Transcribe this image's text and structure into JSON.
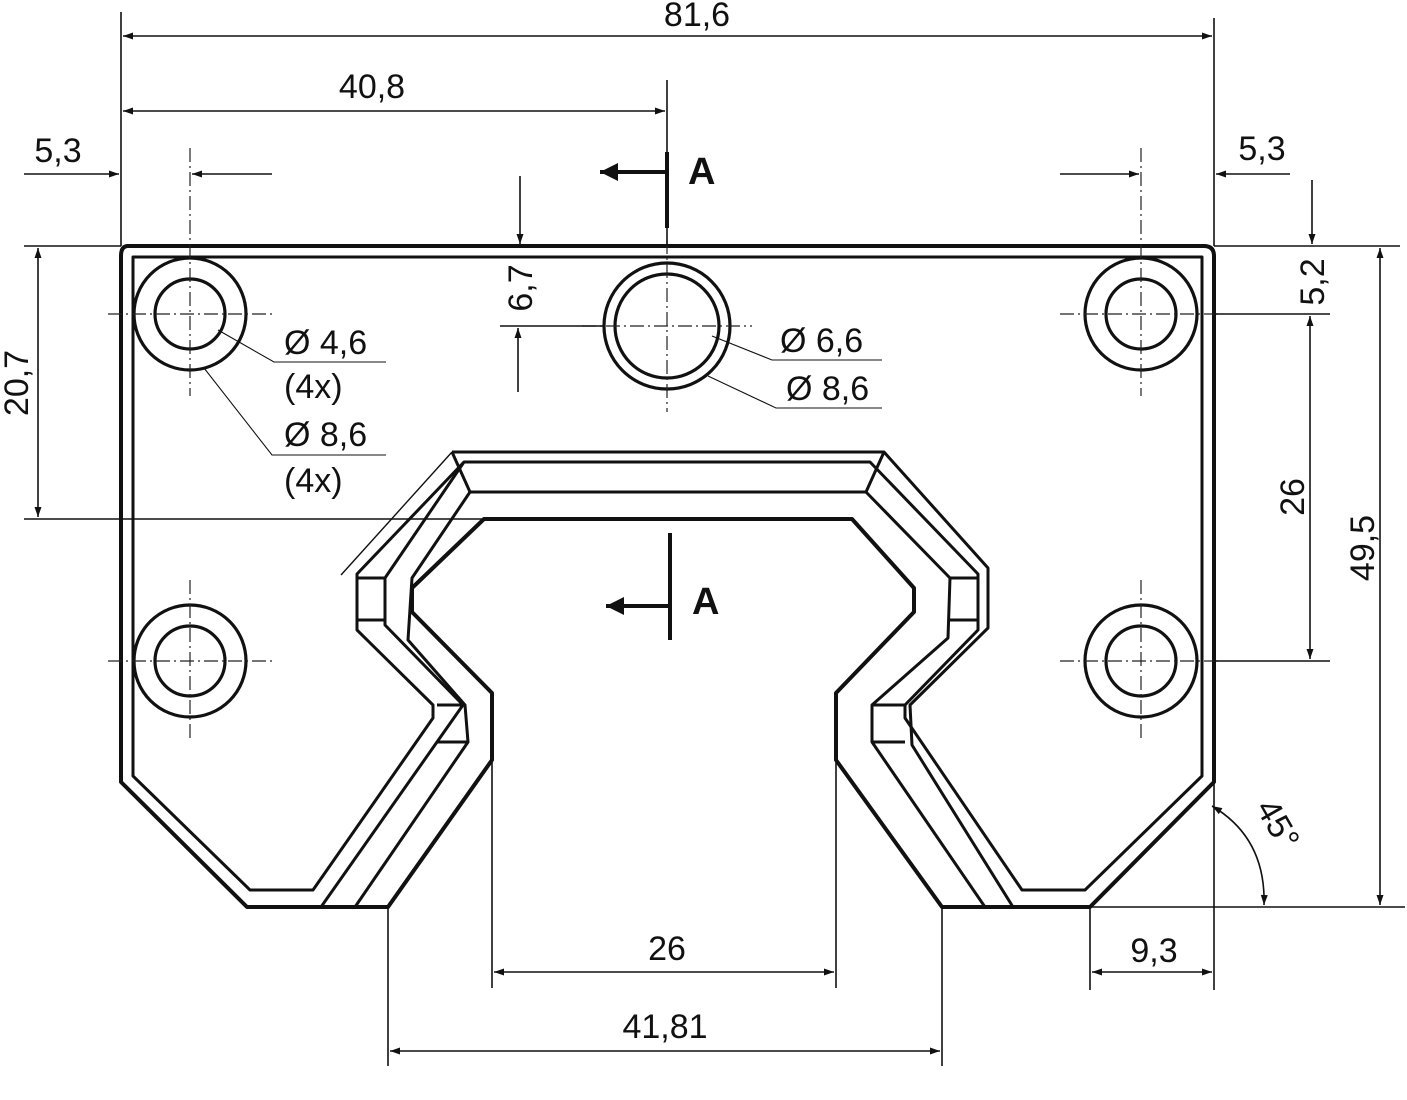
{
  "dimensions": {
    "overall_width": "81,6",
    "half_width": "40,8",
    "edge_offset_left": "5,3",
    "edge_offset_right": "5,3",
    "hole_depth_offset": "6,7",
    "hole_edge_offset": "5,2",
    "hole_vertical_spacing": "26",
    "overall_height": "49,5",
    "left_height": "20,7",
    "inner_width": "26",
    "slot_width": "41,81",
    "chamfer_width": "9,3",
    "chamfer_angle": "45°"
  },
  "callouts": {
    "small_hole_dia": "Ø 4,6",
    "small_hole_qty": "(4x)",
    "counterbore_dia": "Ø 8,6",
    "counterbore_qty": "(4x)",
    "center_hole_dia": "Ø 6,6",
    "center_counterbore_dia": "Ø 8,6"
  },
  "section": {
    "label_top": "A",
    "label_bottom": "A"
  }
}
